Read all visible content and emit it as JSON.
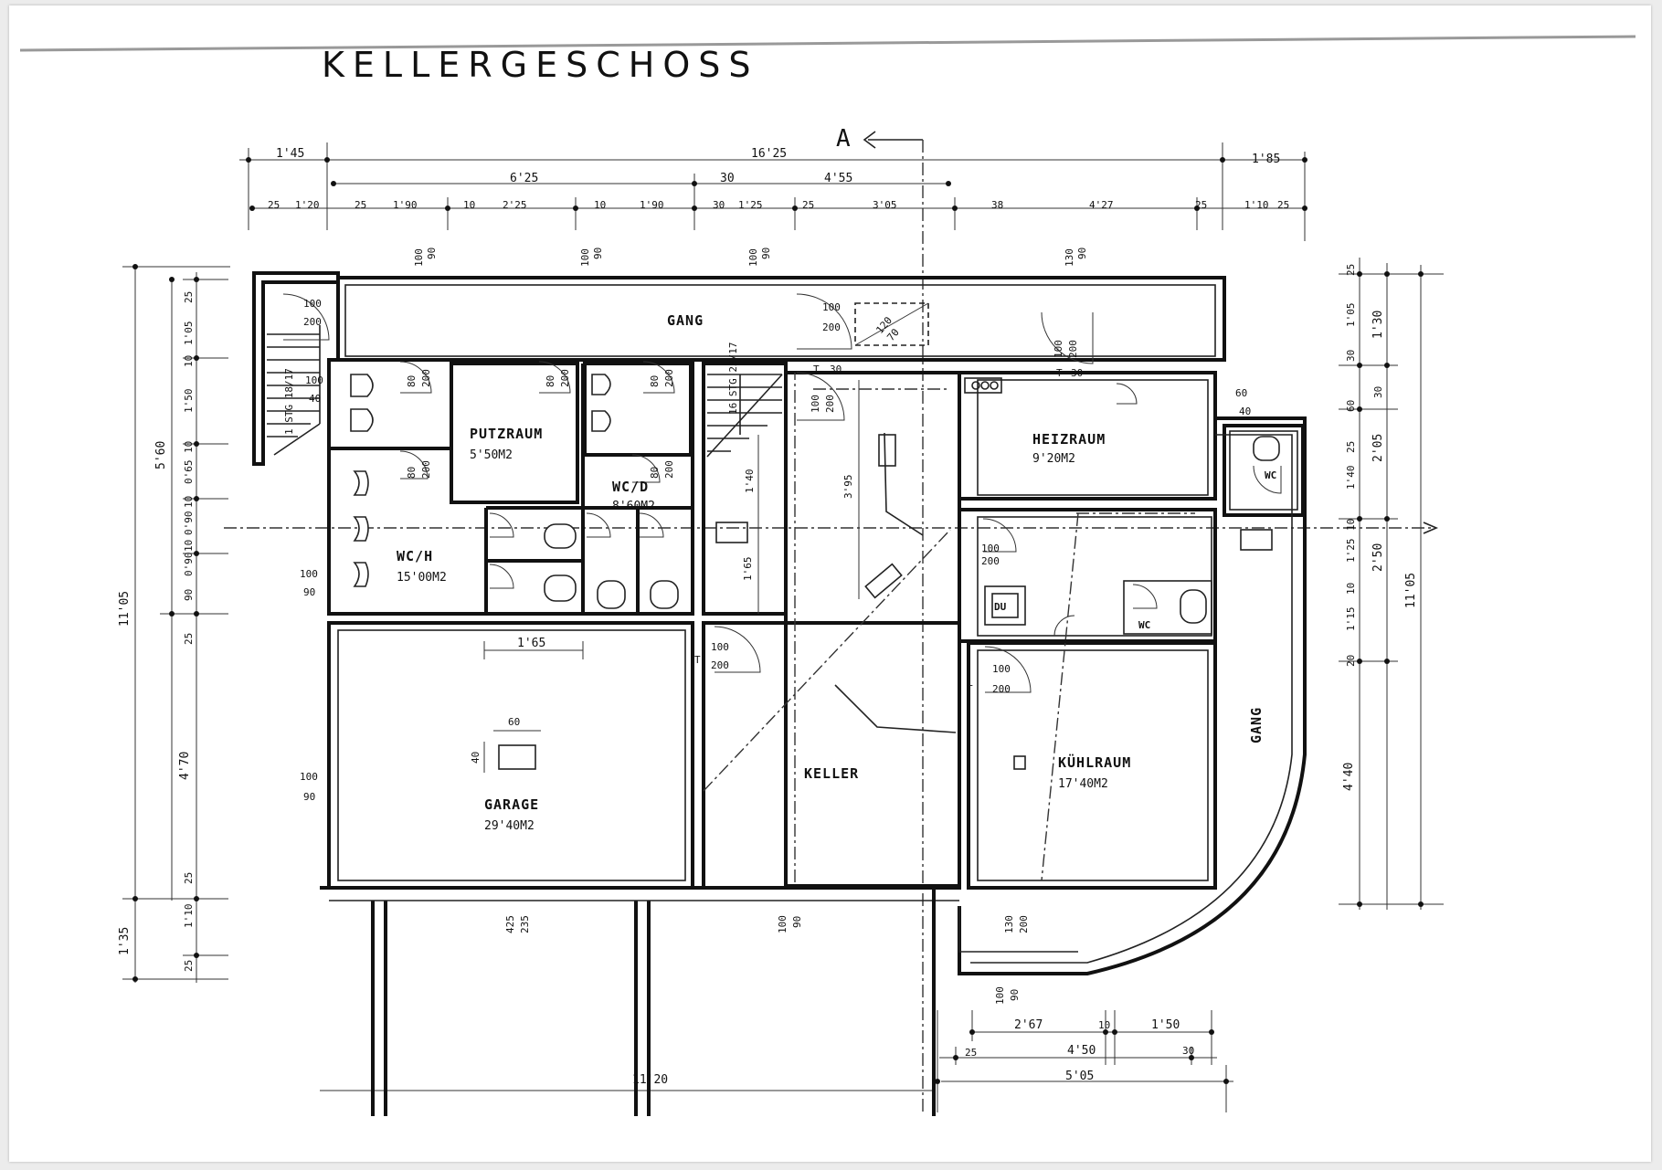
{
  "title": "KELLERGESCHOSS",
  "section_marker": "A",
  "rooms": {
    "gang_top": {
      "name": "GANG"
    },
    "putzraum": {
      "name": "PUTZRAUM",
      "area": "5'50M2"
    },
    "wc_d": {
      "name": "WC/D",
      "area": "8'60M2"
    },
    "wc_h": {
      "name": "WC/H",
      "area": "15'00M2"
    },
    "heizraum": {
      "name": "HEIZRAUM",
      "area": "9'20M2"
    },
    "wc_right": {
      "name": "WC"
    },
    "du": {
      "name": "DU"
    },
    "wc_small": {
      "name": "WC"
    },
    "garage": {
      "name": "GARAGE",
      "area": "29'40M2"
    },
    "keller": {
      "name": "KELLER"
    },
    "kuehlraum": {
      "name": "KÜHLRAUM",
      "area": "17'40M2"
    },
    "gang_right": {
      "name": "GANG"
    }
  },
  "dimensions": {
    "top_total": "16'25",
    "top_left_a": "1'45",
    "top_right_a": "1'85",
    "top_mid_a": "6'25",
    "top_mid_b": "30",
    "top_mid_c": "4'55",
    "top_row": [
      "25",
      "1'20",
      "25",
      "1'90",
      "10",
      "2'25",
      "10",
      "1'90",
      "30",
      "1'25",
      "25",
      "3'05",
      "38",
      "4'27",
      "25",
      "1'10",
      "25"
    ],
    "left_total": "11'05",
    "left_a": "5'60",
    "left_b": "4'70",
    "left_c": "1'35",
    "left_row": [
      "25",
      "1'05",
      "10",
      "1'50",
      "10",
      "0'65",
      "10",
      "0'90",
      "10",
      "0'90",
      "90",
      "25",
      "25",
      "1'10",
      "25"
    ],
    "right_total": "11'05",
    "right_a": "1'30",
    "right_b": "2'05",
    "right_c": "2'50",
    "right_d": "4'40",
    "right_row": [
      "25",
      "1'05",
      "30",
      "60",
      "30",
      "25",
      "1'40",
      "10",
      "1'25",
      "10",
      "1'15",
      "20"
    ],
    "bottom_a": "2'67",
    "bottom_b": "10",
    "bottom_c": "1'50",
    "bottom_d": "25",
    "bottom_e": "4'50",
    "bottom_f": "30",
    "bottom_g": "5'05",
    "bottom_h": "11'20",
    "garage_w": "1'65",
    "column_w": "60",
    "column_h": "40",
    "keller_h": "3'95",
    "stair_h": "1'65",
    "stair_info": "1'40",
    "stair_a": "1 STG 18/17",
    "stair_b": "16 STG 25/17"
  },
  "openings": {
    "w_100_90": "100",
    "w_90": "90",
    "w_200": "200",
    "w_80": "80",
    "w_60": "60",
    "w_40": "40",
    "w_30": "30",
    "w_120": "120",
    "w_70": "70",
    "w_130": "130",
    "w_425": "425",
    "w_235": "235",
    "t": "T"
  }
}
